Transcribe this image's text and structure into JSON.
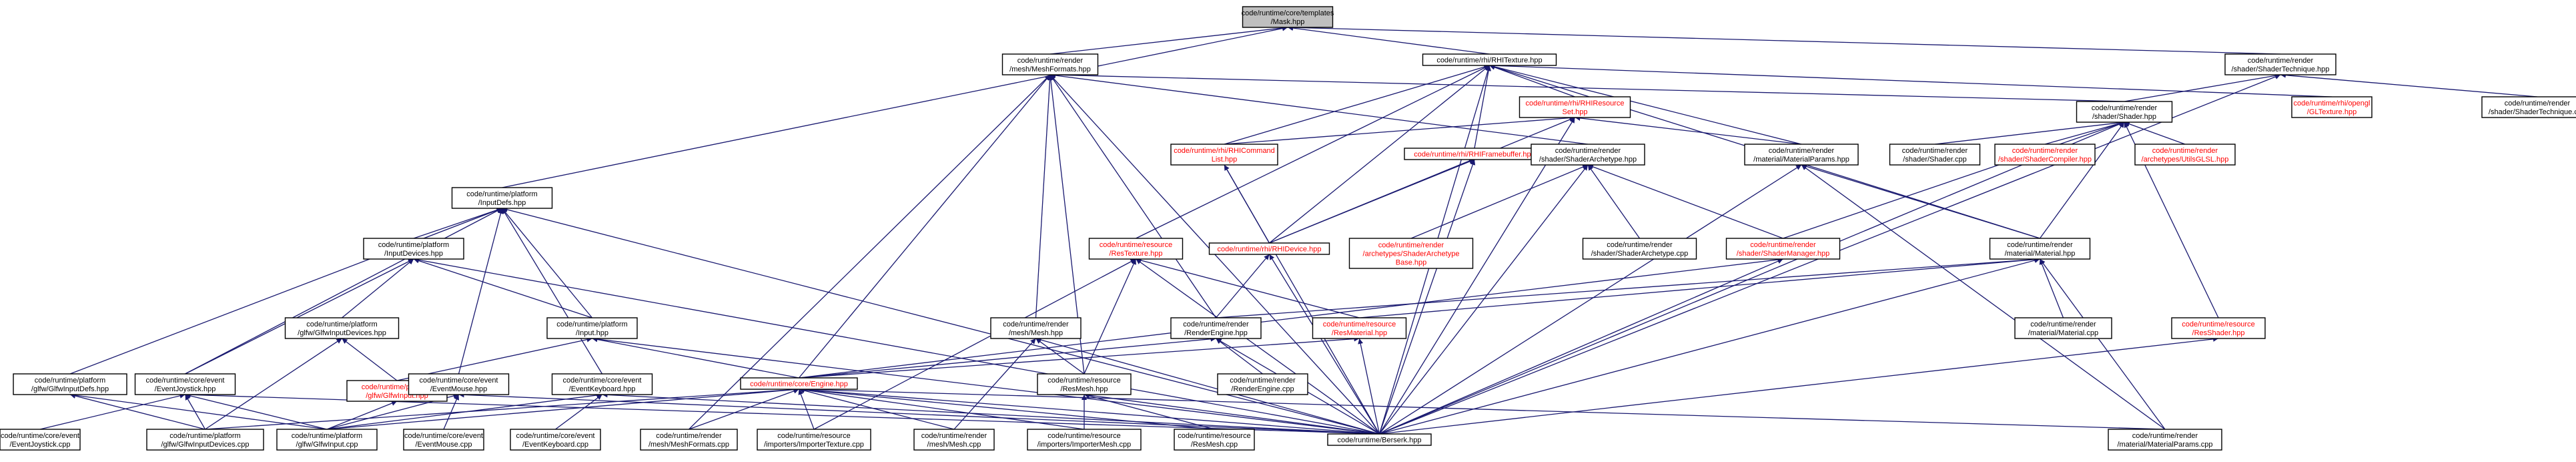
{
  "nodes": [
    {
      "id": "mask",
      "lines": [
        "code/runtime/core/templates",
        "/Mask.hpp"
      ],
      "color": "root"
    },
    {
      "id": "inputdefs",
      "lines": [
        "code/runtime/platform",
        "/InputDefs.hpp"
      ],
      "color": "black"
    },
    {
      "id": "meshformats_h",
      "lines": [
        "code/runtime/render",
        "/mesh/MeshFormats.hpp"
      ],
      "color": "black"
    },
    {
      "id": "rhitexture",
      "lines": [
        "code/runtime/rhi/RHITexture.hpp"
      ],
      "color": "black"
    },
    {
      "id": "shadertech_h",
      "lines": [
        "code/runtime/render",
        "/shader/ShaderTechnique.hpp"
      ],
      "color": "black"
    },
    {
      "id": "shader_h",
      "lines": [
        "code/runtime/render",
        "/shader/Shader.hpp"
      ],
      "color": "black"
    },
    {
      "id": "rhiresset",
      "lines": [
        "code/runtime/rhi/RHIResource",
        "Set.hpp"
      ],
      "color": "red"
    },
    {
      "id": "gltexture",
      "lines": [
        "code/runtime/rhi/opengl",
        "/GLTexture.hpp"
      ],
      "color": "red"
    },
    {
      "id": "shadertech_cpp",
      "lines": [
        "code/runtime/render",
        "/shader/ShaderTechnique.cpp"
      ],
      "color": "black"
    },
    {
      "id": "rhicmdlist",
      "lines": [
        "code/runtime/rhi/RHICommand",
        "List.hpp"
      ],
      "color": "red"
    },
    {
      "id": "rhiframebuffer",
      "lines": [
        "code/runtime/rhi/RHIFramebuffer.hpp"
      ],
      "color": "red"
    },
    {
      "id": "shaderarch_h",
      "lines": [
        "code/runtime/render",
        "/shader/ShaderArchetype.hpp"
      ],
      "color": "black"
    },
    {
      "id": "materialparams_h",
      "lines": [
        "code/runtime/render",
        "/material/MaterialParams.hpp"
      ],
      "color": "black"
    },
    {
      "id": "shader_cpp",
      "lines": [
        "code/runtime/render",
        "/shader/Shader.cpp"
      ],
      "color": "black"
    },
    {
      "id": "shadercompiler",
      "lines": [
        "code/runtime/render",
        "/shader/ShaderCompiler.hpp"
      ],
      "color": "red"
    },
    {
      "id": "utilsglsl",
      "lines": [
        "code/runtime/render",
        "/archetypes/UtilsGLSL.hpp"
      ],
      "color": "red"
    },
    {
      "id": "inputdevices",
      "lines": [
        "code/runtime/platform",
        "/InputDevices.hpp"
      ],
      "color": "black"
    },
    {
      "id": "restexture",
      "lines": [
        "code/runtime/resource",
        "/ResTexture.hpp"
      ],
      "color": "red"
    },
    {
      "id": "rhidevice",
      "lines": [
        "code/runtime/rhi/RHIDevice.hpp"
      ],
      "color": "red"
    },
    {
      "id": "shaderarchbase",
      "lines": [
        "code/runtime/render",
        "/archetypes/ShaderArchetype",
        "Base.hpp"
      ],
      "color": "red"
    },
    {
      "id": "shaderarch_cpp",
      "lines": [
        "code/runtime/render",
        "/shader/ShaderArchetype.cpp"
      ],
      "color": "black"
    },
    {
      "id": "shadermanager",
      "lines": [
        "code/runtime/render",
        "/shader/ShaderManager.hpp"
      ],
      "color": "red"
    },
    {
      "id": "material_h",
      "lines": [
        "code/runtime/render",
        "/material/Material.hpp"
      ],
      "color": "black"
    },
    {
      "id": "glfwinputdevices_h",
      "lines": [
        "code/runtime/platform",
        "/glfw/GlfwInputDevices.hpp"
      ],
      "color": "black"
    },
    {
      "id": "input_h",
      "lines": [
        "code/runtime/platform",
        "/Input.hpp"
      ],
      "color": "black"
    },
    {
      "id": "mesh_h",
      "lines": [
        "code/runtime/render",
        "/mesh/Mesh.hpp"
      ],
      "color": "black"
    },
    {
      "id": "renderengine_h",
      "lines": [
        "code/runtime/render",
        "/RenderEngine.hpp"
      ],
      "color": "black"
    },
    {
      "id": "resmaterial",
      "lines": [
        "code/runtime/resource",
        "/ResMaterial.hpp"
      ],
      "color": "red"
    },
    {
      "id": "material_cpp",
      "lines": [
        "code/runtime/render",
        "/material/Material.cpp"
      ],
      "color": "black"
    },
    {
      "id": "resshader",
      "lines": [
        "code/runtime/resource",
        "/ResShader.hpp"
      ],
      "color": "red"
    },
    {
      "id": "glfwinputdefs",
      "lines": [
        "code/runtime/platform",
        "/glfw/GlfwInputDefs.hpp"
      ],
      "color": "black"
    },
    {
      "id": "eventjoystick_h",
      "lines": [
        "code/runtime/core/event",
        "/EventJoystick.hpp"
      ],
      "color": "black"
    },
    {
      "id": "glfwinput_h",
      "lines": [
        "code/runtime/platform",
        "/glfw/GlfwInput.hpp"
      ],
      "color": "red"
    },
    {
      "id": "eventmouse_h",
      "lines": [
        "code/runtime/core/event",
        "/EventMouse.hpp"
      ],
      "color": "black"
    },
    {
      "id": "eventkeyboard_h",
      "lines": [
        "code/runtime/core/event",
        "/EventKeyboard.hpp"
      ],
      "color": "black"
    },
    {
      "id": "engine_h",
      "lines": [
        "code/runtime/core/Engine.hpp"
      ],
      "color": "red"
    },
    {
      "id": "renderengine_cpp",
      "lines": [
        "code/runtime/render",
        "/RenderEngine.cpp"
      ],
      "color": "black"
    },
    {
      "id": "resmesh_h",
      "lines": [
        "code/runtime/resource",
        "/ResMesh.hpp"
      ],
      "color": "black"
    },
    {
      "id": "eventjoystick_cpp",
      "lines": [
        "code/runtime/core/event",
        "/EventJoystick.cpp"
      ],
      "color": "black"
    },
    {
      "id": "glfwinputdevices_cpp",
      "lines": [
        "code/runtime/platform",
        "/glfw/GlfwInputDevices.cpp"
      ],
      "color": "black"
    },
    {
      "id": "glfwinput_cpp",
      "lines": [
        "code/runtime/platform",
        "/glfw/GlfwInput.cpp"
      ],
      "color": "black"
    },
    {
      "id": "eventmouse_cpp",
      "lines": [
        "code/runtime/core/event",
        "/EventMouse.cpp"
      ],
      "color": "black"
    },
    {
      "id": "eventkeyboard_cpp",
      "lines": [
        "code/runtime/core/event",
        "/EventKeyboard.cpp"
      ],
      "color": "black"
    },
    {
      "id": "meshformats_cpp",
      "lines": [
        "code/runtime/render",
        "/mesh/MeshFormats.cpp"
      ],
      "color": "black"
    },
    {
      "id": "importertexture",
      "lines": [
        "code/runtime/resource",
        "/importers/ImporterTexture.cpp"
      ],
      "color": "black"
    },
    {
      "id": "mesh_cpp",
      "lines": [
        "code/runtime/render",
        "/mesh/Mesh.cpp"
      ],
      "color": "black"
    },
    {
      "id": "importermesh",
      "lines": [
        "code/runtime/resource",
        "/importers/ImporterMesh.cpp"
      ],
      "color": "black"
    },
    {
      "id": "resmesh_cpp",
      "lines": [
        "code/runtime/resource",
        "/ResMesh.cpp"
      ],
      "color": "black"
    },
    {
      "id": "berserk",
      "lines": [
        "code/runtime/Berserk.hpp"
      ],
      "color": "black"
    },
    {
      "id": "materialparams_cpp",
      "lines": [
        "code/runtime/render",
        "/material/MaterialParams.cpp"
      ],
      "color": "black"
    }
  ],
  "edges": [
    [
      "mask",
      "inputdefs"
    ],
    [
      "mask",
      "meshformats_h"
    ],
    [
      "mask",
      "rhitexture"
    ],
    [
      "mask",
      "shadertech_h"
    ],
    [
      "inputdefs",
      "inputdevices"
    ],
    [
      "inputdefs",
      "input_h"
    ],
    [
      "inputdefs",
      "glfwinputdefs"
    ],
    [
      "inputdefs",
      "eventjoystick_h"
    ],
    [
      "inputdefs",
      "eventmouse_h"
    ],
    [
      "inputdefs",
      "eventkeyboard_h"
    ],
    [
      "inputdefs",
      "berserk"
    ],
    [
      "meshformats_h",
      "shader_h"
    ],
    [
      "meshformats_h",
      "shaderarch_h"
    ],
    [
      "meshformats_h",
      "mesh_h"
    ],
    [
      "meshformats_h",
      "renderengine_h"
    ],
    [
      "meshformats_h",
      "resmesh_h"
    ],
    [
      "meshformats_h",
      "meshformats_cpp"
    ],
    [
      "meshformats_h",
      "berserk"
    ],
    [
      "meshformats_h",
      "engine_h"
    ],
    [
      "rhitexture",
      "rhiresset"
    ],
    [
      "rhitexture",
      "gltexture"
    ],
    [
      "rhitexture",
      "rhicmdlist"
    ],
    [
      "rhitexture",
      "rhiframebuffer"
    ],
    [
      "rhitexture",
      "materialparams_h"
    ],
    [
      "rhitexture",
      "restexture"
    ],
    [
      "rhitexture",
      "rhidevice"
    ],
    [
      "rhitexture",
      "material_h"
    ],
    [
      "rhitexture",
      "berserk"
    ],
    [
      "shadertech_h",
      "shadertech_cpp"
    ],
    [
      "shadertech_h",
      "shader_h"
    ],
    [
      "shadertech_h",
      "berserk"
    ],
    [
      "shader_h",
      "shader_cpp"
    ],
    [
      "shader_h",
      "shadercompiler"
    ],
    [
      "shader_h",
      "utilsglsl"
    ],
    [
      "shader_h",
      "shadermanager"
    ],
    [
      "shader_h",
      "material_h"
    ],
    [
      "shader_h",
      "resshader"
    ],
    [
      "shader_h",
      "berserk"
    ],
    [
      "rhiresset",
      "rhicmdlist"
    ],
    [
      "rhiresset",
      "rhidevice"
    ],
    [
      "rhiresset",
      "materialparams_h"
    ],
    [
      "rhiresset",
      "berserk"
    ],
    [
      "rhicmdlist",
      "rhidevice"
    ],
    [
      "rhicmdlist",
      "berserk"
    ],
    [
      "rhiframebuffer",
      "rhidevice"
    ],
    [
      "rhiframebuffer",
      "berserk"
    ],
    [
      "shaderarch_h",
      "shaderarchbase"
    ],
    [
      "shaderarch_h",
      "shaderarch_cpp"
    ],
    [
      "shaderarch_h",
      "shadermanager"
    ],
    [
      "shaderarch_h",
      "berserk"
    ],
    [
      "materialparams_h",
      "material_h"
    ],
    [
      "materialparams_h",
      "materialparams_cpp"
    ],
    [
      "materialparams_h",
      "berserk"
    ],
    [
      "inputdevices",
      "glfwinputdevices_h"
    ],
    [
      "inputdevices",
      "input_h"
    ],
    [
      "inputdevices",
      "eventjoystick_h"
    ],
    [
      "inputdevices",
      "berserk"
    ],
    [
      "restexture",
      "resmaterial"
    ],
    [
      "restexture",
      "importertexture"
    ],
    [
      "restexture",
      "resmesh_h"
    ],
    [
      "restexture",
      "berserk"
    ],
    [
      "rhidevice",
      "berserk"
    ],
    [
      "rhidevice",
      "renderengine_h"
    ],
    [
      "shadermanager",
      "engine_h"
    ],
    [
      "shadermanager",
      "berserk"
    ],
    [
      "material_h",
      "material_cpp"
    ],
    [
      "material_h",
      "resmaterial"
    ],
    [
      "material_h",
      "renderengine_h"
    ],
    [
      "material_h",
      "berserk"
    ],
    [
      "material_h",
      "materialparams_cpp"
    ],
    [
      "glfwinputdevices_h",
      "glfwinput_h"
    ],
    [
      "glfwinputdevices_h",
      "glfwinputdevices_cpp"
    ],
    [
      "input_h",
      "glfwinput_h"
    ],
    [
      "input_h",
      "engine_h"
    ],
    [
      "input_h",
      "berserk"
    ],
    [
      "mesh_h",
      "mesh_cpp"
    ],
    [
      "mesh_h",
      "resmesh_h"
    ],
    [
      "mesh_h",
      "berserk"
    ],
    [
      "renderengine_h",
      "renderengine_cpp"
    ],
    [
      "renderengine_h",
      "engine_h"
    ],
    [
      "renderengine_h",
      "berserk"
    ],
    [
      "resmaterial",
      "berserk"
    ],
    [
      "resmaterial",
      "engine_h"
    ],
    [
      "resshader",
      "berserk"
    ],
    [
      "glfwinputdefs",
      "glfwinputdevices_cpp"
    ],
    [
      "glfwinputdefs",
      "glfwinput_cpp"
    ],
    [
      "eventjoystick_h",
      "eventjoystick_cpp"
    ],
    [
      "eventjoystick_h",
      "glfwinputdevices_cpp"
    ],
    [
      "eventjoystick_h",
      "glfwinput_cpp"
    ],
    [
      "eventjoystick_h",
      "berserk"
    ],
    [
      "glfwinput_h",
      "glfwinput_cpp"
    ],
    [
      "eventmouse_h",
      "eventmouse_cpp"
    ],
    [
      "eventmouse_h",
      "glfwinput_cpp"
    ],
    [
      "eventmouse_h",
      "berserk"
    ],
    [
      "eventkeyboard_h",
      "eventkeyboard_cpp"
    ],
    [
      "eventkeyboard_h",
      "glfwinput_cpp"
    ],
    [
      "eventkeyboard_h",
      "berserk"
    ],
    [
      "engine_h",
      "glfwinput_cpp"
    ],
    [
      "engine_h",
      "glfwinputdevices_cpp"
    ],
    [
      "engine_h",
      "meshformats_cpp"
    ],
    [
      "engine_h",
      "importertexture"
    ],
    [
      "engine_h",
      "mesh_cpp"
    ],
    [
      "engine_h",
      "importermesh"
    ],
    [
      "engine_h",
      "resmesh_cpp"
    ],
    [
      "engine_h",
      "berserk"
    ],
    [
      "engine_h",
      "materialparams_cpp"
    ],
    [
      "resmesh_h",
      "importermesh"
    ],
    [
      "resmesh_h",
      "resmesh_cpp"
    ],
    [
      "resmesh_h",
      "berserk"
    ]
  ]
}
